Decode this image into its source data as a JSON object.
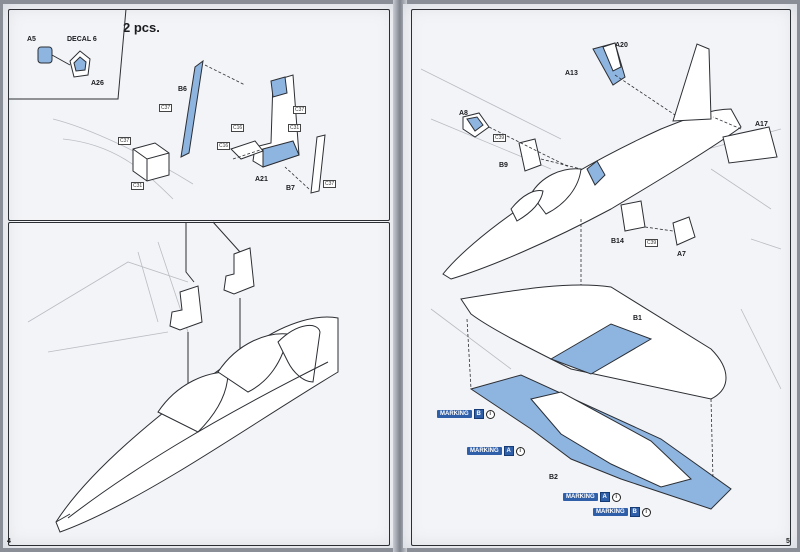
{
  "left_page": {
    "page_number": "4",
    "quantity_note": "2 pcs.",
    "top_inset_labels": {
      "a5": "A5",
      "decal": "DECAL 6",
      "a26": "A26"
    },
    "seat_parts": {
      "b6": "B6",
      "a21": "A21",
      "b7": "B7"
    },
    "cement_refs": [
      "C37",
      "C37",
      "C37",
      "C37",
      "C31",
      "C31",
      "C16",
      "C16"
    ]
  },
  "right_page": {
    "page_number": "5",
    "part_labels": {
      "a20": "A20",
      "a13": "A13",
      "a8": "A8",
      "b9": "B9",
      "a17": "A17",
      "b14": "B14",
      "a7": "A7",
      "b1": "B1",
      "b2": "B2"
    },
    "cement_refs": [
      "C39",
      "C39"
    ],
    "markings": [
      {
        "text": "MARKING",
        "letter": "B"
      },
      {
        "text": "MARKING",
        "letter": "A"
      },
      {
        "text": "MARKING",
        "letter": "A"
      },
      {
        "text": "MARKING",
        "letter": "B"
      }
    ],
    "info_symbol": "i"
  },
  "colors": {
    "highlight_blue": "#8eb4e0",
    "line": "#2b2e33",
    "paper": "#f3f4f7"
  }
}
